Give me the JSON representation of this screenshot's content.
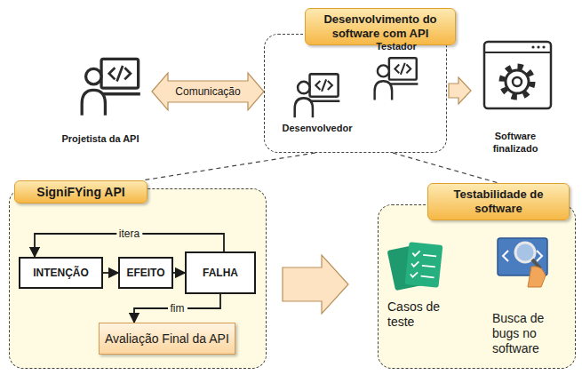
{
  "diagram": {
    "nodes": [
      {
        "text": [
          "Desenvolvimento do software com API"
        ]
      },
      {
        "text": [
          "Desenvolvedor"
        ],
        "in": 0
      },
      {
        "text": [
          "Testador"
        ],
        "in": 0
      },
      {
        "text": [
          "Projetista da API"
        ]
      },
      {
        "text": [
          "Software finalizado"
        ]
      },
      {
        "text": [
          "SigniFYing API"
        ]
      },
      {
        "text": [
          "INTENÇÃO"
        ],
        "in": 5
      },
      {
        "text": [
          "EFEITO"
        ],
        "in": 5
      },
      {
        "text": [
          "FALHA"
        ],
        "in": 5
      },
      {
        "text": [
          "Avaliação Final da API"
        ],
        "in": 5
      },
      {
        "text": [
          "Testabilidade de software"
        ]
      },
      {
        "text": [
          "Casos de teste"
        ],
        "in": 10
      },
      {
        "text": [
          "Busca de bugs no software"
        ],
        "in": 10
      }
    ],
    "edges": [
      {
        "from": 3,
        "to": 0,
        "label": "Comunicação",
        "arrow": "both"
      },
      {
        "from": 0,
        "to": 4,
        "arrow": "to"
      },
      {
        "from": 0,
        "to": 5,
        "arrow": "none"
      },
      {
        "from": 0,
        "to": 10,
        "arrow": "none"
      },
      {
        "from": 6,
        "to": 7,
        "arrow": "to"
      },
      {
        "from": 7,
        "to": 8,
        "arrow": "to"
      },
      {
        "from": 8,
        "to": 6,
        "label": "itera",
        "arrow": "to"
      },
      {
        "from": 8,
        "to": 9,
        "label": "fim",
        "arrow": "to"
      },
      {
        "from": 5,
        "to": 10,
        "arrow": "to"
      }
    ]
  }
}
